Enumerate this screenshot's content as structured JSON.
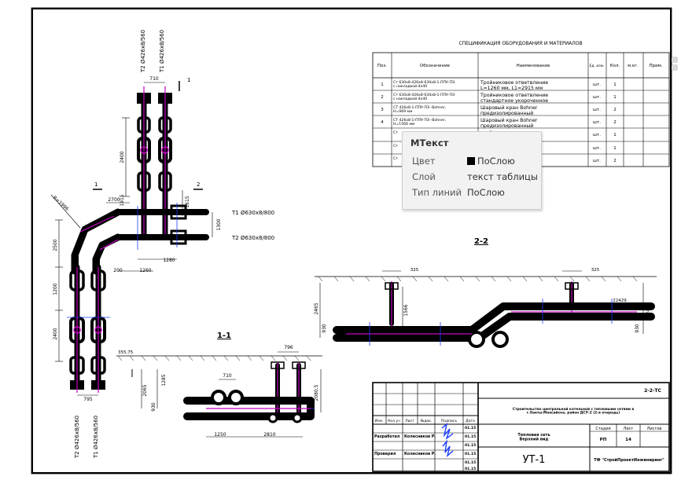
{
  "spec_title": "СПЕЦИФИКАЦИЯ ОБОРУДОВАНИЯ И МАТЕРИАЛОВ",
  "spec_headers": [
    "Поз.",
    "Обозначение",
    "Наименование",
    "Ед. изм.",
    "Кол.",
    "м.кг.",
    "Прим."
  ],
  "spec_rows": [
    {
      "pos": "1",
      "code": "Ст 630х8-426х8-630х8-1-ППУ-ПЭ с накладкой-4х40",
      "name": "Тройниковое ответвление L=1260 мм, L1=2915 мм",
      "unit": "шт.",
      "qty": "1"
    },
    {
      "pos": "2",
      "code": "Ст 630х8-426х8-630х8-1-ППУ-ПЭ с накладкой-4х40",
      "name": "Тройниковое ответвление стандартное укороченное",
      "unit": "шт.",
      "qty": "1"
    },
    {
      "pos": "3",
      "code": "СТ 426х8-1-ППУ-ПЭ -Bohner, H=969 мм",
      "name": "Шаровый кран Bohner предизолированный",
      "unit": "шт.",
      "qty": "2"
    },
    {
      "pos": "4",
      "code": "СТ 426х8-1-ППУ-ПЭ -Bohner, H=1566 мм",
      "name": "Шаровый кран Bohner предизолированный",
      "unit": "шт.",
      "qty": "2"
    },
    {
      "pos": "",
      "code": "Ст",
      "name": "...ый",
      "unit": "шт.",
      "qty": "1"
    },
    {
      "pos": "",
      "code": "Ст",
      "name": "..., L1=2500 мм",
      "unit": "шт.",
      "qty": "1"
    },
    {
      "pos": "",
      "code": "Ст",
      "name": "...ный",
      "unit": "шт.",
      "qty": "2"
    }
  ],
  "tooltip": {
    "title": "МТекст",
    "rows": [
      {
        "key": "Цвет",
        "value": "ПоСлою",
        "swatch": "#000000"
      },
      {
        "key": "Слой",
        "value": "текст таблицы"
      },
      {
        "key": "Тип линий",
        "value": "ПоСлою"
      }
    ]
  },
  "pipe_labels": {
    "t2_top": "T2 Ø426х8/560",
    "t1_top": "T1 Ø426х8/560",
    "t1_right": "T1 Ø630х8/800",
    "t2_right": "T2 Ø630х8/800",
    "t2_bottom": "T2 Ø426х8/560",
    "t1_bottom": "T1 Ø426х8/560"
  },
  "dims": {
    "d710_top": "710",
    "d2400_top": "2400",
    "d2700": "2700",
    "d1915": "1915",
    "d1615": "1615",
    "d1300": "1300",
    "d1260": "1260",
    "d1280": "1280",
    "d200": "200",
    "d2500": "2500",
    "d1200": "1200",
    "d2400_bottom": "2400",
    "d795": "795",
    "r1996": "R=1996",
    "d710_sec": "710",
    "d796": "796",
    "d1250": "1250",
    "d2810": "2810",
    "d2065": "2065",
    "d930_sec": "930",
    "d1285": "1285",
    "d2080": "2080,5",
    "d325_a": "325",
    "d325_b": "325",
    "d1566": "1566",
    "d2465_a": "2465",
    "d930_a": "930",
    "d2465_b": "2465",
    "d930_b": "930",
    "d22429": "22429",
    "elev": "355,75"
  },
  "section_labels": {
    "s11": "1-1",
    "s22": "2-2",
    "mark1": "1",
    "mark1b": "1",
    "mark2": "2"
  },
  "stamp": {
    "doc_code": "2-2-ТС",
    "project": "Строительство центральной котельной с тепловыми сетями в г.Ханты-Мансийске, район ДСУ-2 (2-я очередь)",
    "sheet_title": "Тепловая сеть\nВерхний вид",
    "drawing": "УТ-1",
    "org": "ТФ \"СтройПроектИнжиниринг\"",
    "headers": [
      "Изм.",
      "Кол.уч",
      "Лист",
      "№док.",
      "Подпись",
      "Дата"
    ],
    "stage_hdr": "Стадия",
    "sheet_hdr": "Лист",
    "sheets_hdr": "Листов",
    "stage": "РП",
    "sheet": "14",
    "sheets": "",
    "roles": [
      {
        "role": "Разработал",
        "name": "Колесников Р.",
        "date": "01.15"
      },
      {
        "role": "Проверил",
        "name": "Колесников Р.",
        "date": "01.15"
      }
    ],
    "extra_dates": [
      "01.15",
      "01.15",
      "01.15",
      "01.15"
    ]
  },
  "colors": {
    "accent_blue": "#1a3cff",
    "accent_magenta": "#c000c0"
  }
}
